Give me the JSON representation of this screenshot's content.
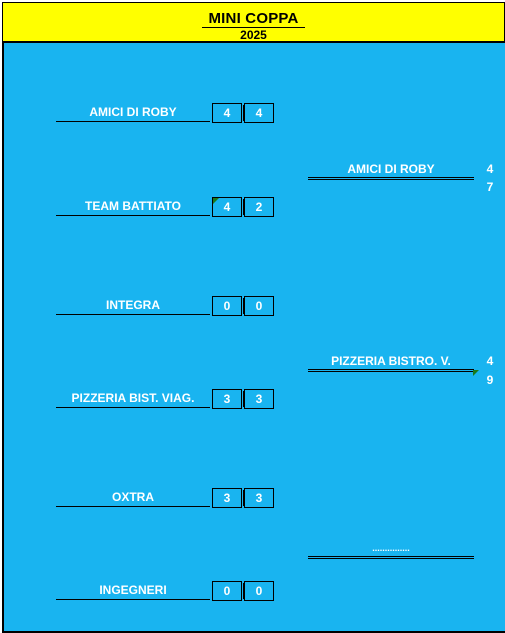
{
  "header": {
    "title": "MINI COPPA",
    "year": "2025"
  },
  "matches": [
    {
      "team": "AMICI DI ROBY",
      "score1": "4",
      "score2": "4"
    },
    {
      "team": "TEAM BATTIATO",
      "score1": "4",
      "score2": "2"
    },
    {
      "team": "INTEGRA",
      "score1": "0",
      "score2": "0"
    },
    {
      "team": "PIZZERIA BIST. VIAG.",
      "score1": "3",
      "score2": "3"
    },
    {
      "team": "OXTRA",
      "score1": "3",
      "score2": "3"
    },
    {
      "team": "INGEGNERI",
      "score1": "0",
      "score2": "0"
    }
  ],
  "winners": [
    {
      "team": "AMICI DI ROBY",
      "side1": "4",
      "side2": "7"
    },
    {
      "team": "PIZZERIA BISTRO. V.",
      "side1": "4",
      "side2": "9"
    },
    {
      "team": "..............."
    }
  ],
  "colors": {
    "header_bg": "#ffff00",
    "field_bg": "#19b4f0",
    "text": "#ffffff",
    "comment_marker": "#1a7a1a"
  }
}
